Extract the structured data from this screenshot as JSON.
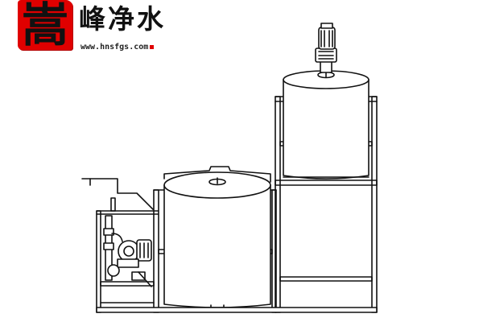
{
  "logo": {
    "seal_char": "嵩",
    "brand_name": "峰净水",
    "website": "www.hnsfgs.com",
    "seal_color": "#e00000"
  },
  "drawing": {
    "style": "black line art on white",
    "components": [
      "dosing-tank-large",
      "dosing-tank-small",
      "motor-mixer",
      "steel-frame",
      "pump-skid"
    ]
  }
}
